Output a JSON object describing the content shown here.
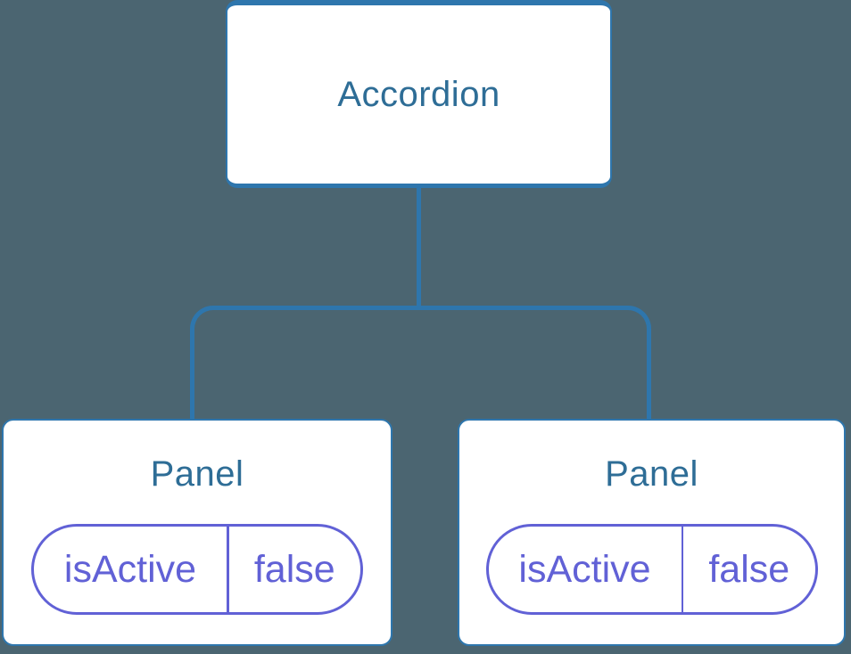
{
  "colors": {
    "background": "#4b6571",
    "connector": "#2e76ad",
    "node_border": "#2e76ad",
    "node_background": "#ffffff",
    "node_title": "#2e6d96",
    "state": "#6161d6"
  },
  "tree": {
    "root": {
      "title": "Accordion"
    },
    "children": [
      {
        "title": "Panel",
        "state_key": "isActive",
        "state_value": "false"
      },
      {
        "title": "Panel",
        "state_key": "isActive",
        "state_value": "false"
      }
    ]
  }
}
